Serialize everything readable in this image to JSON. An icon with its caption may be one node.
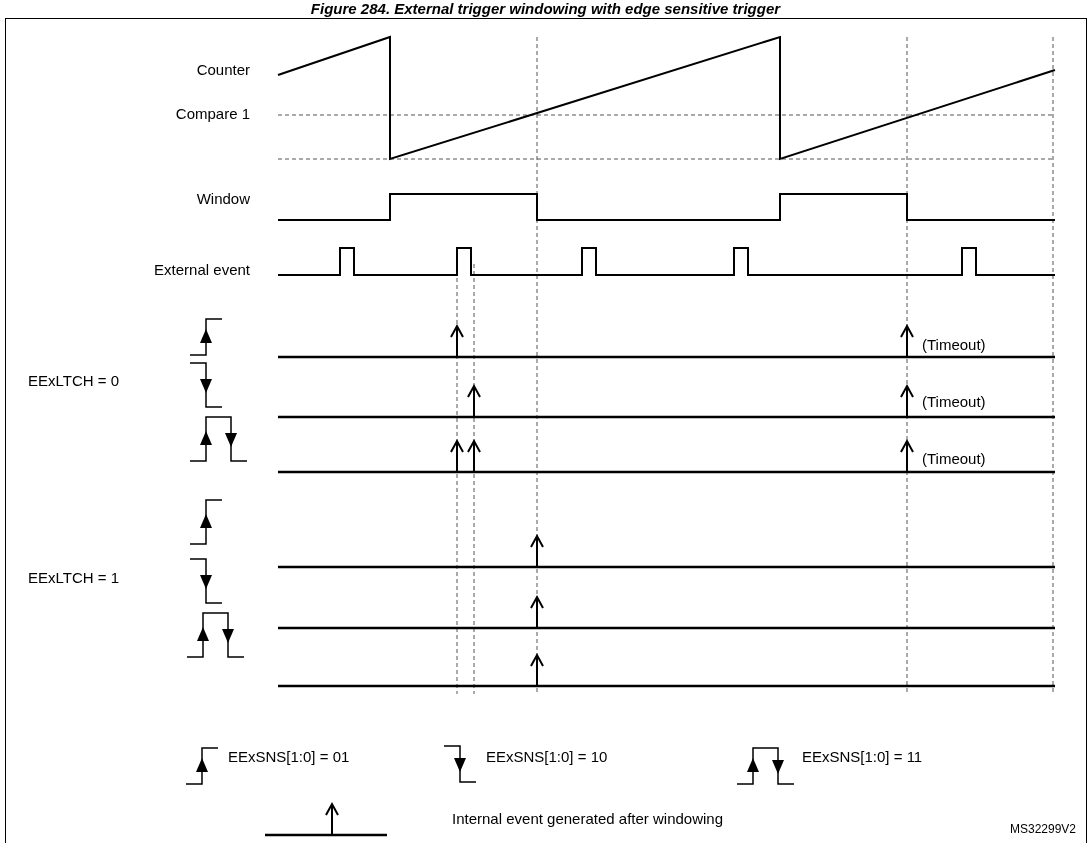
{
  "diagram": {
    "title": "Figure 284. External trigger windowing with edge sensitive trigger",
    "labels": [
      "Counter",
      "Compare 1",
      "Window",
      "External event",
      "EExLTCH = 0",
      "(Timeout)",
      "(Timeout)",
      "(Timeout)",
      "EExLTCH = 1",
      "MS32299V2"
    ],
    "legend": [
      {
        "text": "EExSNS[1:0] = 01"
      },
      {
        "text": "EExSNS[1:0] = 10"
      },
      {
        "text": "EExSNS[1:0] = 11"
      },
      {
        "text": "Internal event generated after windowing"
      }
    ]
  }
}
